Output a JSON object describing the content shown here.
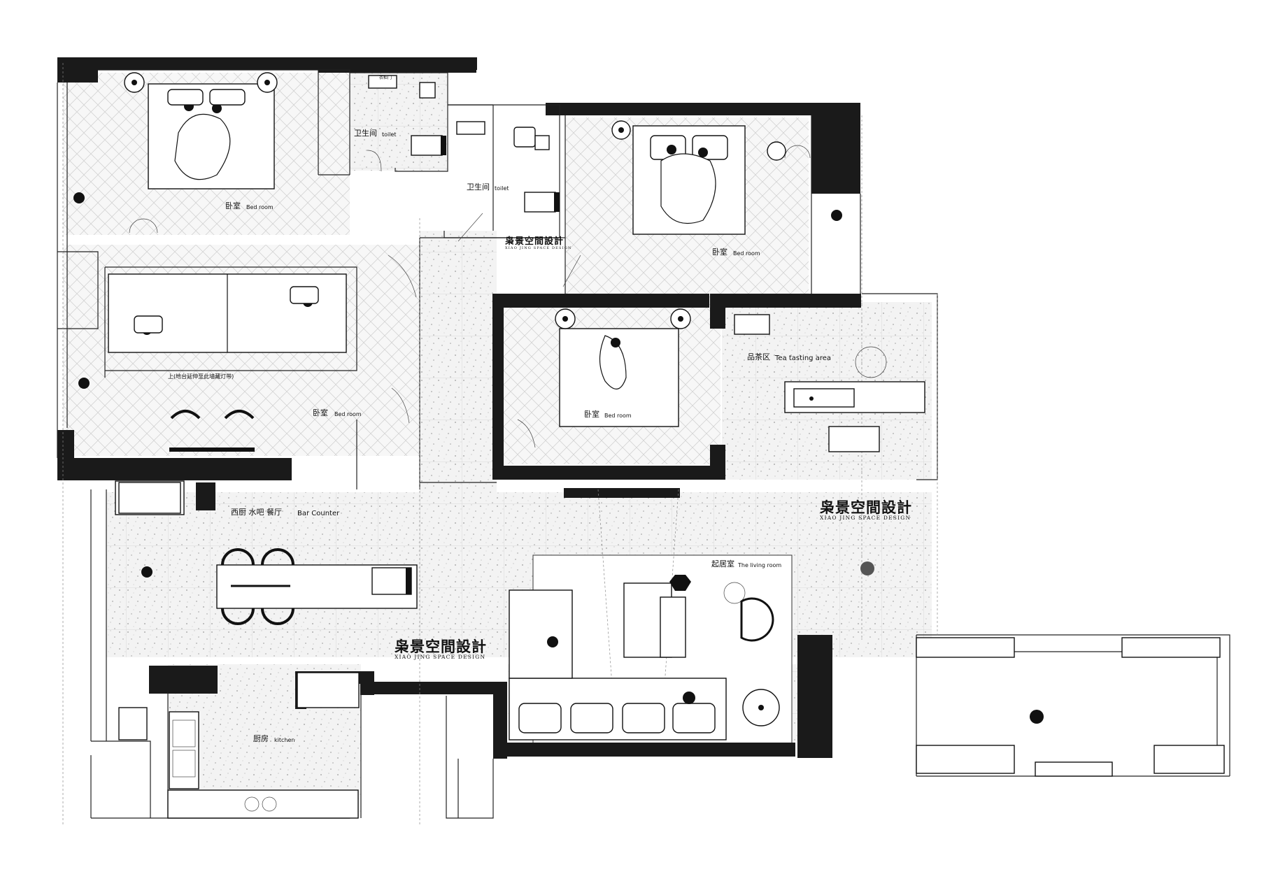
{
  "rooms": {
    "master_bedroom": {
      "cn": "卧室",
      "en": "Bed room"
    },
    "toilet_a": {
      "cn": "卫生间",
      "en": "toilet"
    },
    "toilet_b": {
      "cn": "卫生间",
      "en": "toilet"
    },
    "bedroom_east": {
      "cn": "卧室",
      "en": "Bed room"
    },
    "bedroom_west": {
      "cn": "卧室",
      "en": "Bed room"
    },
    "bedroom_center": {
      "cn": "卧室",
      "en": "Bed room"
    },
    "tea_area": {
      "cn": "品茶区",
      "en": "Tea tasting area"
    },
    "bar": {
      "cn": "西厨 水吧 餐厅",
      "en": "Bar Counter"
    },
    "living": {
      "cn": "起居室",
      "en": "The living room"
    },
    "kitchen": {
      "cn": "厨房",
      "en": "kitchen"
    }
  },
  "notes": {
    "platform_note": "上(地台延伸至此墙藏灯带)",
    "cabinet_mark": "衣柜门"
  },
  "watermarks": [
    {
      "name": "枭景空間設計",
      "sub": "XIAO JING SPACE DESIGN"
    },
    {
      "name": "枭景空間設計",
      "sub": "XIAO JING SPACE DESIGN"
    },
    {
      "name": "枭景空間設計",
      "sub": "XIAO JING SPACE DESIGN"
    }
  ],
  "colors": {
    "wall": "#1a1a1a",
    "floor": "#f1f1f1",
    "line": "#222222"
  }
}
